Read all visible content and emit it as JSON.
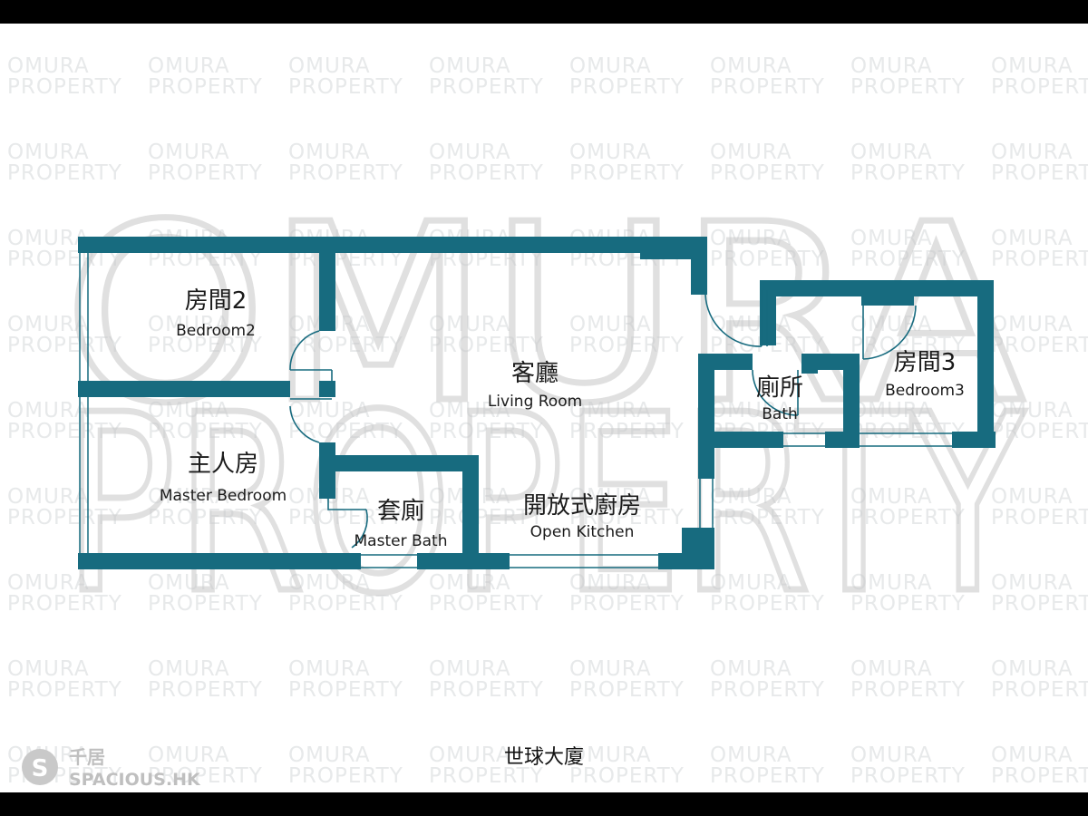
{
  "watermark": {
    "line1": "OMURA",
    "line2": "PROPERTY"
  },
  "rooms": {
    "bedroom2": {
      "zh": "房間2",
      "en": "Bedroom2"
    },
    "living": {
      "zh": "客廳",
      "en": "Living Room"
    },
    "master_bedroom": {
      "zh": "主人房",
      "en": "Master Bedroom"
    },
    "master_bath": {
      "zh": "套廁",
      "en": "Master Bath"
    },
    "kitchen": {
      "zh": "開放式廚房",
      "en": "Open Kitchen"
    },
    "bath": {
      "zh": "廁所",
      "en": "Bath"
    },
    "bedroom3": {
      "zh": "房間3",
      "en": "Bedroom3"
    }
  },
  "building_name": "世球大廈",
  "logo": {
    "zh": "千居",
    "en": "SPACIOUS.HK",
    "letter": "S"
  },
  "colors": {
    "wall": "#176b7f",
    "watermark": "#e7e9ea",
    "bars": "#000000"
  }
}
